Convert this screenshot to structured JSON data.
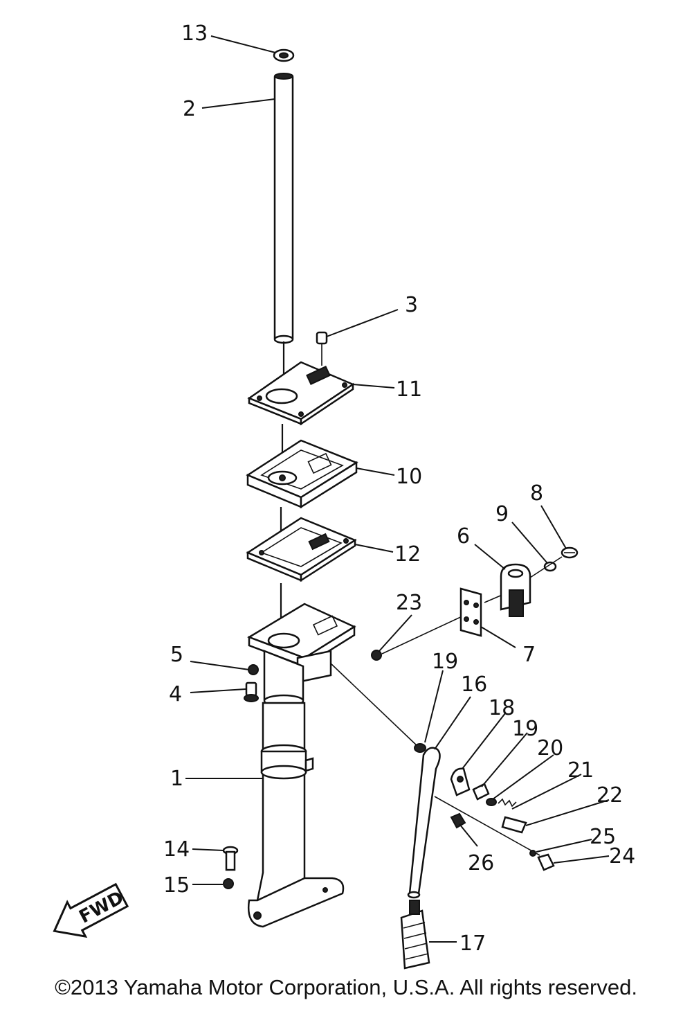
{
  "callouts": {
    "c1": "1",
    "c2": "2",
    "c3": "3",
    "c4": "4",
    "c5": "5",
    "c6": "6",
    "c7": "7",
    "c8": "8",
    "c9": "9",
    "c10": "10",
    "c11": "11",
    "c12": "12",
    "c13": "13",
    "c14": "14",
    "c15": "15",
    "c16": "16",
    "c17": "17",
    "c18": "18",
    "c19a": "19",
    "c19b": "19",
    "c20": "20",
    "c21": "21",
    "c22": "22",
    "c23": "23",
    "c24": "24",
    "c25": "25",
    "c26": "26"
  },
  "fwd_label": "FWD",
  "copyright": "©2013 Yamaha Motor Corporation, U.S.A. All rights reserved."
}
